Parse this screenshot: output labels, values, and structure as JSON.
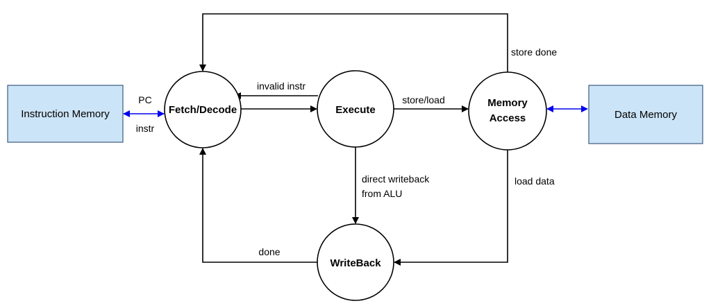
{
  "colors": {
    "memory_fill": "#cce4f7",
    "bus_arrow": "#0000ee",
    "line": "#000000"
  },
  "nodes": {
    "instruction_memory": "Instruction Memory",
    "fetch_decode": "Fetch/Decode",
    "execute": "Execute",
    "memory_access_line1": "Memory",
    "memory_access_line2": "Access",
    "writeback": "WriteBack",
    "data_memory": "Data Memory"
  },
  "edges": {
    "pc": "PC",
    "instr": "instr",
    "invalid_instr": "invalid instr",
    "store_load": "store/load",
    "store_done": "store done",
    "direct_writeback_line1": "direct writeback",
    "direct_writeback_line2": "from ALU",
    "load_data": "load data",
    "done": "done"
  }
}
